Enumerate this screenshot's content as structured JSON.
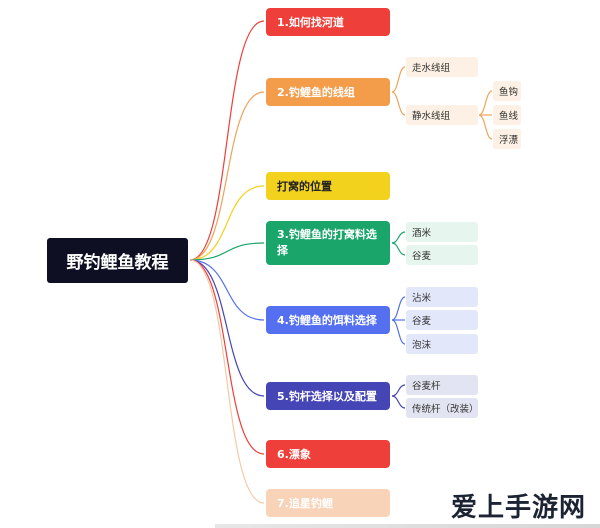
{
  "root": {
    "label": "野钓鲤鱼教程",
    "color": "#0f0f24"
  },
  "branches": [
    {
      "label": "1.如何找河道",
      "color": "#ee3f3a",
      "line": "#ee3f3a"
    },
    {
      "label": "2.钓鲤鱼的线组",
      "color": "#f39c4a",
      "line": "#f0a25a"
    },
    {
      "label": "打窝的位置",
      "color": "#f2d21c",
      "line": "#f2d21c"
    },
    {
      "label": "3.钓鲤鱼的打窝料选择",
      "color": "#1aa56a",
      "line": "#1aa56a"
    },
    {
      "label": "4.钓鲤鱼的饵料选择",
      "color": "#5470f0",
      "line": "#5470f0"
    },
    {
      "label": "5.钓杆选择以及配置",
      "color": "#4545b5",
      "line": "#4545b5"
    },
    {
      "label": "6.漂象",
      "color": "#ee3f3a",
      "line": "#ee3f3a"
    },
    {
      "label": "7.追星钓鲤",
      "color": "#f8d3b8",
      "line": "#f5c9a8"
    }
  ],
  "leaves": {
    "line_group": [
      "走水线组",
      "静水线组"
    ],
    "still_water": [
      "鱼钩",
      "鱼线",
      "浮漂"
    ],
    "nest_bait": [
      "酒米",
      "谷麦"
    ],
    "bait": [
      "沾米",
      "谷麦",
      "泡沫"
    ],
    "rod": [
      "谷麦杆",
      "传统杆（改装）"
    ]
  },
  "leaf_colors": {
    "orange": "#fdf0e4",
    "green": "#e6f5ed",
    "blue": "#e3e7fa",
    "indigo": "#e3e4f2"
  },
  "watermark": "爱上手游网"
}
